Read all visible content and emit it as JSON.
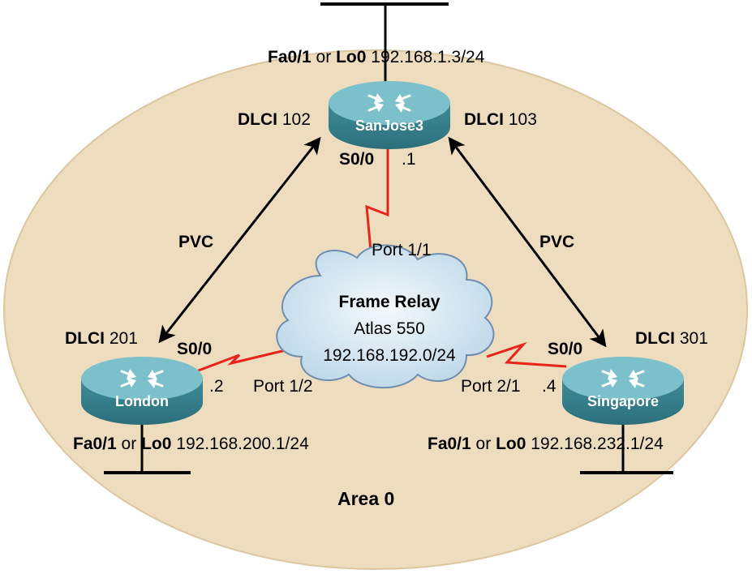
{
  "colors": {
    "area_fill": "#eedcbf",
    "area_stroke": "#dcc6a0",
    "router_body": "#4f9aa8",
    "router_top": "#7bc0cb",
    "serial_link": "#e8231a",
    "pvc_arrow": "#000000",
    "cloud_fill": "#ddedf6",
    "cloud_stroke": "#6d8eb1"
  },
  "area": {
    "label": "Area 0"
  },
  "cloud": {
    "title": "Frame Relay",
    "model": "Atlas 550",
    "network": "192.168.192.0/24"
  },
  "routers": {
    "sanjose": {
      "name": "SanJose3",
      "lan_if_a": "Fa0/1",
      "or_text": "or",
      "lan_if_b": "Lo0",
      "lan_ip": "192.168.1.3/24",
      "dlci_word": "DLCI",
      "dlci_left": "102",
      "dlci_right": "103",
      "serial_if": "S0/0",
      "host_octet": ".1",
      "switch_port": "Port 1/1"
    },
    "london": {
      "name": "London",
      "lan_if_a": "Fa0/1",
      "or_text": "or",
      "lan_if_b": "Lo0",
      "lan_ip": "192.168.200.1/24",
      "dlci_word": "DLCI",
      "dlci": "201",
      "serial_if": "S0/0",
      "host_octet": ".2",
      "switch_port": "Port 1/2"
    },
    "singapore": {
      "name": "Singapore",
      "lan_if_a": "Fa0/1",
      "or_text": "or",
      "lan_if_b": "Lo0",
      "lan_ip": "192.168.232.1/24",
      "dlci_word": "DLCI",
      "dlci": "301",
      "serial_if": "S0/0",
      "host_octet": ".4",
      "switch_port": "Port 2/1"
    }
  },
  "pvc": {
    "left": "PVC",
    "right": "PVC"
  },
  "icons": {
    "router": "router-icon",
    "cloud": "frame-relay-cloud-icon",
    "serial": "serial-link-icon",
    "arrow": "double-arrow-icon"
  }
}
